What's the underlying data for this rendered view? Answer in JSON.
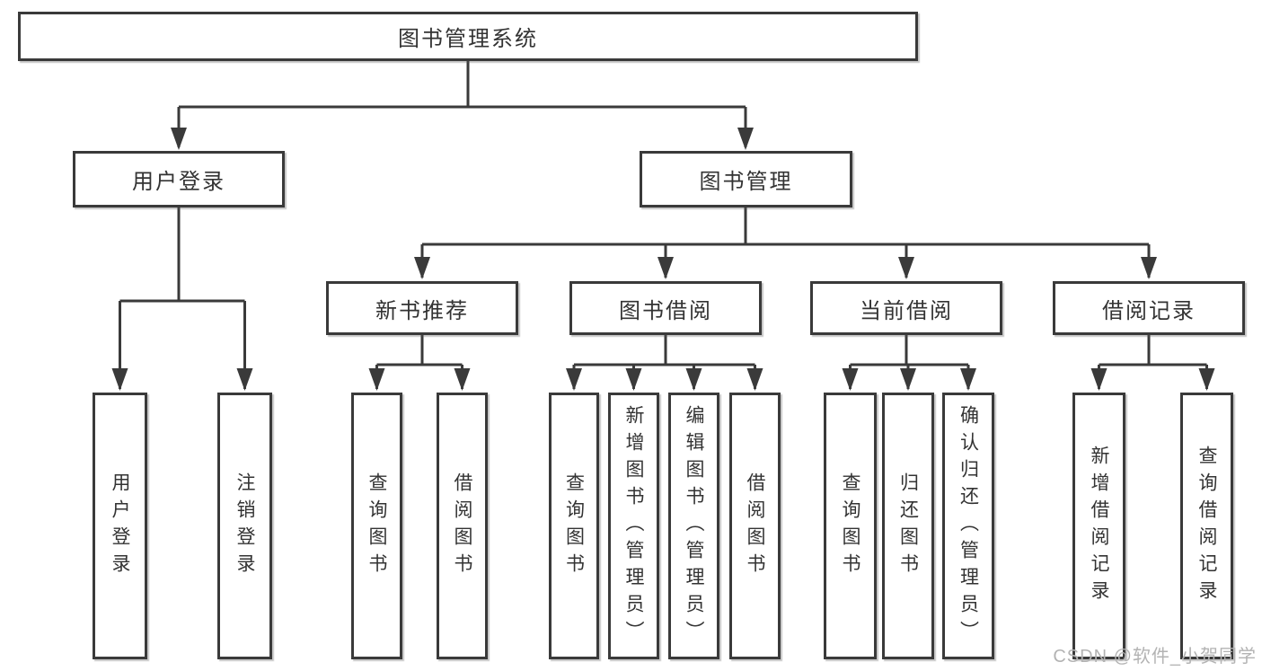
{
  "colors": {
    "line": "#3a3a3a",
    "text": "#333333",
    "watermark": "#b3b3b3",
    "background": "#ffffff"
  },
  "watermark": "CSDN @软件_小贺同学",
  "chart_type": "tree-diagram",
  "tree": {
    "root": {
      "label": "图书管理系统",
      "children": [
        {
          "label": "用户登录",
          "children": [
            {
              "label": "用户登录"
            },
            {
              "label": "注销登录"
            }
          ]
        },
        {
          "label": "图书管理",
          "children": [
            {
              "label": "新书推荐",
              "children": [
                {
                  "label": "查询图书"
                },
                {
                  "label": "借阅图书"
                }
              ]
            },
            {
              "label": "图书借阅",
              "children": [
                {
                  "label": "查询图书"
                },
                {
                  "label": "新增图书（管理员）"
                },
                {
                  "label": "编辑图书（管理员）"
                },
                {
                  "label": "借阅图书"
                }
              ]
            },
            {
              "label": "当前借阅",
              "children": [
                {
                  "label": "查询图书"
                },
                {
                  "label": "归还图书"
                },
                {
                  "label": "确认归还（管理员）"
                }
              ]
            },
            {
              "label": "借阅记录",
              "children": [
                {
                  "label": "新增借阅记录"
                },
                {
                  "label": "查询借阅记录"
                }
              ]
            }
          ]
        }
      ]
    }
  }
}
